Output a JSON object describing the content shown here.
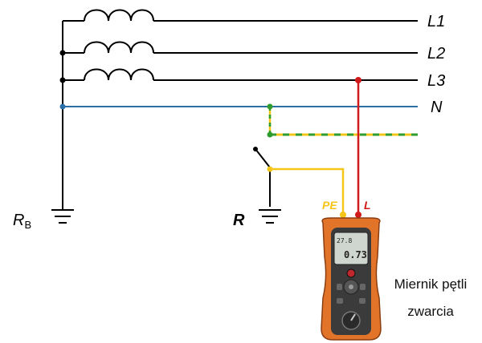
{
  "lines": {
    "l1": "L1",
    "l2": "L2",
    "l3": "L3",
    "n": "N"
  },
  "ground": {
    "rb_main": "R",
    "rb_sub": "B",
    "r": "R"
  },
  "probes": {
    "pe": "PE",
    "l": "L"
  },
  "meter": {
    "display_top": "27.8",
    "display_main": "0.73",
    "caption_line1": "Miernik pętli",
    "caption_line2": "zwarcia"
  },
  "colors": {
    "phase": "#000000",
    "neutral": "#2a6fa8",
    "pe_yellow": "#f5c518",
    "pe_green": "#2e9b2e",
    "probe_l": "#d11a1a",
    "meter_body": "#e2742a"
  }
}
